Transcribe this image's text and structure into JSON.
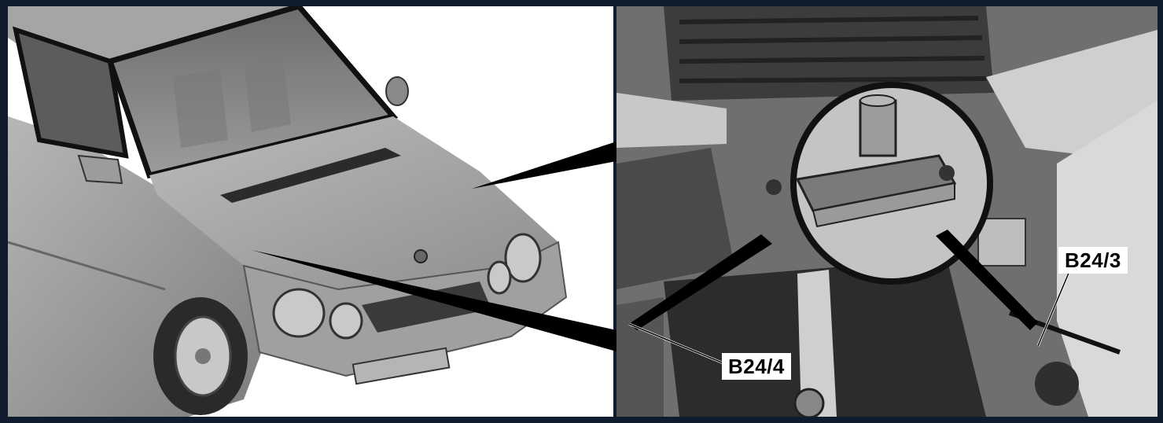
{
  "labels": {
    "b24_3": "B24/3",
    "b24_4": "B24/4"
  },
  "colors": {
    "frame": "#0f1c2d",
    "car_body": "#9a9a9a",
    "engine_bay": "#6f6f6f",
    "label_bg": "#ffffff",
    "label_text": "#000000"
  },
  "icons": {
    "car": "car-illustration",
    "engine": "engine-bay-photo",
    "sensor": "sensor-detail-magnifier"
  }
}
